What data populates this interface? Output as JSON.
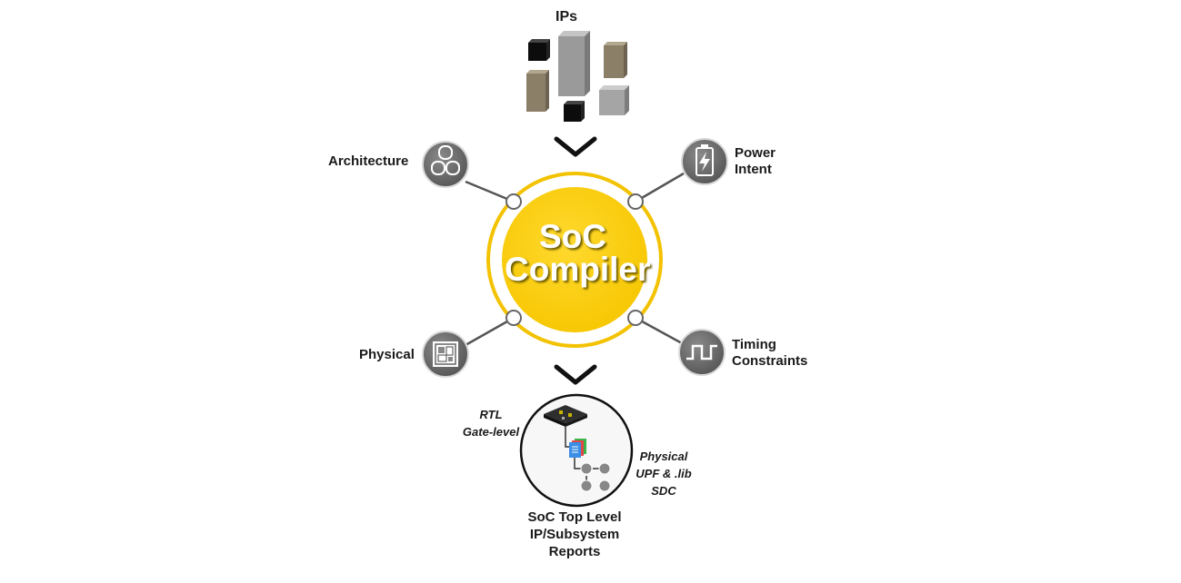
{
  "colors": {
    "core": "#FDCF1B",
    "core_ring": "#F3C200",
    "node": "#6A6A6A",
    "connector": "#555555",
    "arrow": "#111111"
  },
  "ips": {
    "title": "IPs"
  },
  "core": {
    "line1": "SoC",
    "line2": "Compiler"
  },
  "inputs": {
    "architecture": {
      "label": "Architecture",
      "icon": "three-circles-icon"
    },
    "power_intent": {
      "line1": "Power",
      "line2": "Intent",
      "icon": "battery-icon"
    },
    "physical": {
      "label": "Physical",
      "icon": "floorplan-chip-icon"
    },
    "timing": {
      "line1": "Timing",
      "line2": "Constraints",
      "icon": "square-wave-icon"
    }
  },
  "outputs": {
    "left_line1": "RTL",
    "left_line2": "Gate-level",
    "right_line1": "Physical",
    "right_line2": "UPF & .lib",
    "right_line3": "SDC",
    "bottom_line1": "SoC Top Level",
    "bottom_line2": "IP/Subsystem",
    "bottom_line3": "Reports"
  }
}
